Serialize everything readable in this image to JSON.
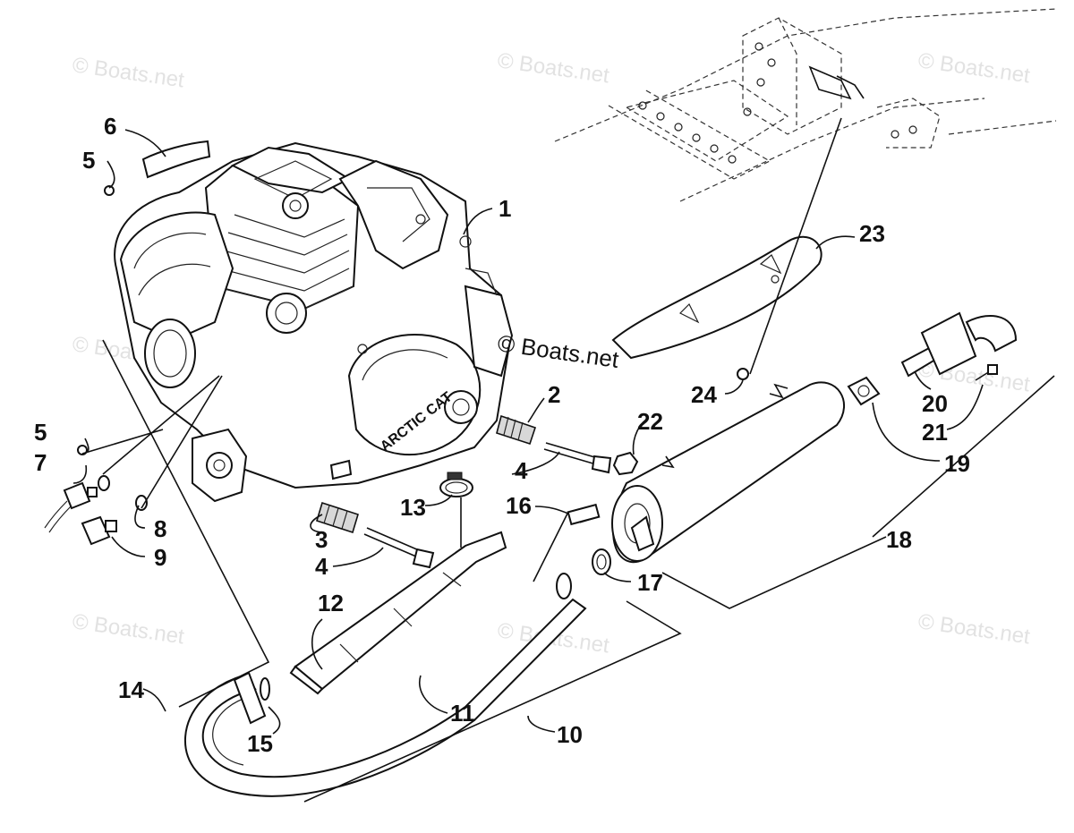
{
  "watermarks": {
    "text": "© Boats.net",
    "center_text": "© Boats.net"
  },
  "engine_brand": "ARCTIC CAT",
  "callouts": {
    "n1": "1",
    "n2": "2",
    "n3": "3",
    "n4a": "4",
    "n4b": "4",
    "n5a": "5",
    "n5b": "5",
    "n6": "6",
    "n7": "7",
    "n8": "8",
    "n9": "9",
    "n10": "10",
    "n11": "11",
    "n12": "12",
    "n13": "13",
    "n14": "14",
    "n15": "15",
    "n16": "16",
    "n17": "17",
    "n18": "18",
    "n19": "19",
    "n20": "20",
    "n21": "21",
    "n22": "22",
    "n23": "23",
    "n24": "24"
  }
}
